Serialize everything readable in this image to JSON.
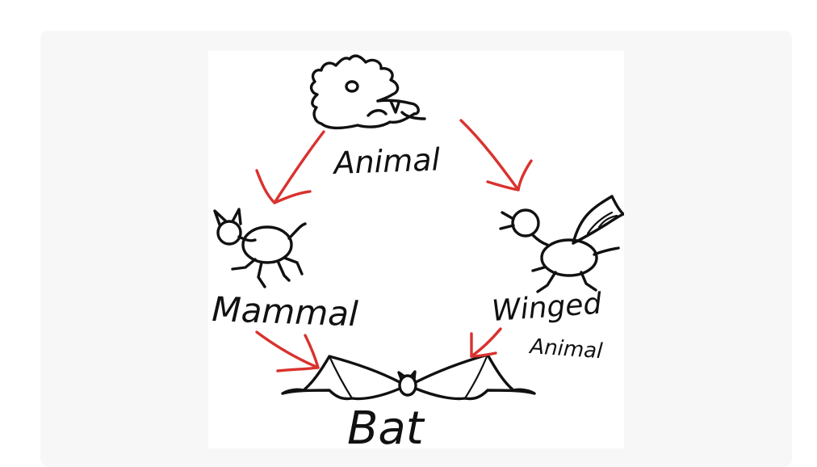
{
  "diagram": {
    "labels": {
      "animal": "Animal",
      "mammal": "Mammal",
      "winged": "Winged",
      "winged_sub": "Animal",
      "bat": "Bat"
    },
    "colors": {
      "ink": "#111111",
      "arrow": "#d9322e",
      "frame": "#f7f7f7"
    },
    "icons": [
      "dragon-head-icon",
      "cat-icon",
      "bird-icon",
      "bat-icon"
    ]
  }
}
